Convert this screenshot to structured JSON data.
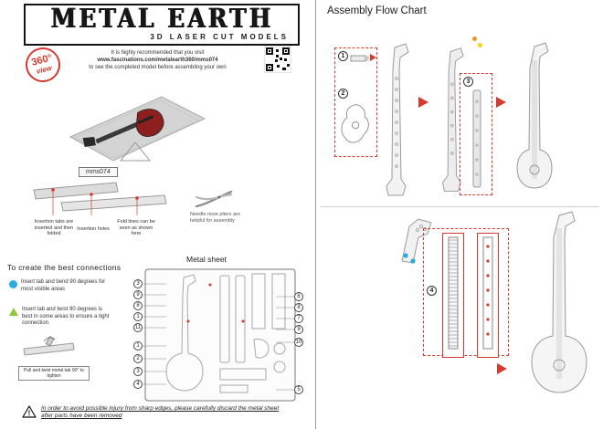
{
  "colors": {
    "accent_red": "#d63a2f",
    "accent_blue": "#2aabe2",
    "accent_green": "#8dc63f"
  },
  "left_page": {
    "brand": {
      "title": "METAL EARTH",
      "subtitle": "3D LASER CUT MODELS",
      "badge_top": "360°",
      "badge_bottom": "view"
    },
    "intro": {
      "line1": "It is highly recommended that you visit",
      "line2": "www.fascinations.com/metalearth360/mms074",
      "line3": "to see the completed model before assembling your own"
    },
    "model_number": "mms074",
    "callouts": {
      "tabs": "Insertion tabs are inserted and then folded",
      "holes": "Insertion holes",
      "folds": "Fold lines can be seen as shown here",
      "pliers": "Needle nose pliers are helpful for assembly"
    },
    "connections": {
      "heading": "To create the best connections",
      "bend_tip": "Insert tab and bend 90 degrees for most visible areas",
      "twist_tip": "Insert tab and twist 90 degrees is best in some areas to ensure a tight connection",
      "twist_caption": "Pull and twist metal tab 90° to tighten"
    },
    "metal_sheet": {
      "label": "Metal sheet",
      "parts_left": [
        "3",
        "9",
        "8",
        "1",
        "11",
        "1",
        "2",
        "3",
        "4"
      ],
      "parts_right": [
        "6",
        "8",
        "7",
        "9",
        "10",
        "5"
      ]
    },
    "warning": "In order to avoid possible injury from sharp edges, please carefully discard the metal sheet after parts have been removed"
  },
  "right_page": {
    "title": "Assembly Flow Chart",
    "steps": [
      "1",
      "2",
      "3",
      "4"
    ]
  }
}
